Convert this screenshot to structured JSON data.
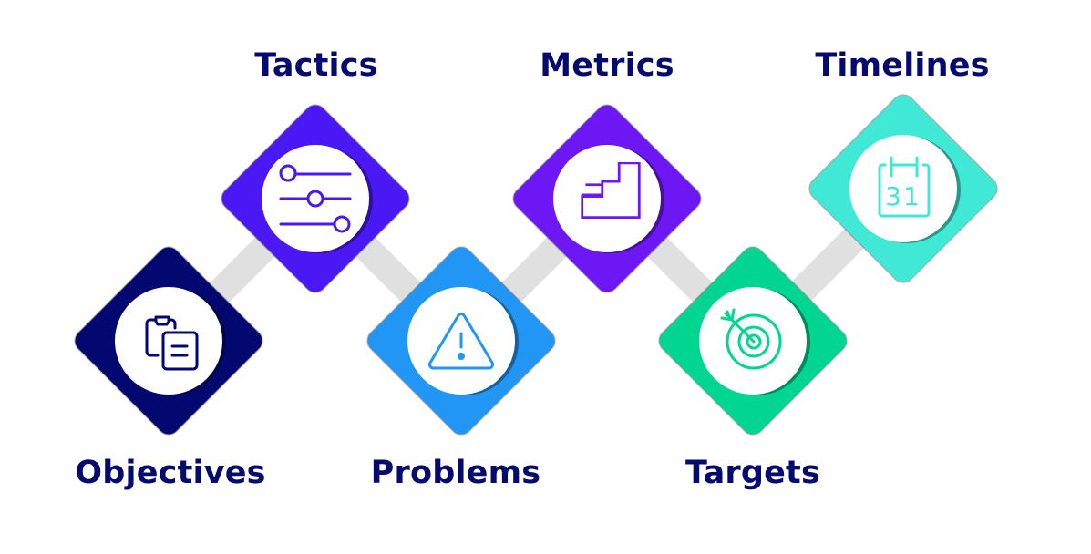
{
  "diagram": {
    "title": "",
    "label_color": "#050a6e",
    "connector_color": "#e0e0e0",
    "steps": [
      {
        "label": "Objectives",
        "icon": "clipboard-icon",
        "color": "#020870",
        "position": "bottom"
      },
      {
        "label": "Tactics",
        "icon": "sliders-icon",
        "color": "#4a17f5",
        "position": "top"
      },
      {
        "label": "Problems",
        "icon": "warning-triangle-icon",
        "color": "#2196f5",
        "position": "bottom"
      },
      {
        "label": "Metrics",
        "icon": "stairs-icon",
        "color": "#6d17f5",
        "position": "top"
      },
      {
        "label": "Targets",
        "icon": "target-icon",
        "color": "#00d68f",
        "position": "bottom"
      },
      {
        "label": "Timelines",
        "icon": "calendar-icon",
        "color": "#40e8d6",
        "position": "top"
      }
    ],
    "calendar_day": "31"
  }
}
